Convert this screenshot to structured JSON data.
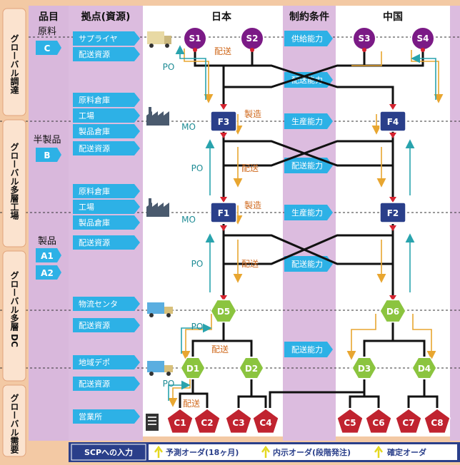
{
  "headers": {
    "item": "品目",
    "base": "拠点(資源)",
    "japan": "日本",
    "constraint": "制約条件",
    "china": "中国"
  },
  "side_labels": [
    "グローバル調達",
    "グローバル多層工場",
    "グローバル多層 DC",
    "グローバル需要"
  ],
  "items": [
    {
      "label": "原料",
      "code": "C"
    },
    {
      "label": "半製品",
      "code": "B"
    },
    {
      "label": "製品",
      "code": "A1"
    },
    {
      "label": "",
      "code": "A2"
    }
  ],
  "bases": [
    "サプライヤ",
    "配送資源",
    "原料倉庫",
    "工場",
    "製品倉庫",
    "配送資源",
    "原料倉庫",
    "工場",
    "製品倉庫",
    "配送資源",
    "物流センタ",
    "配送資源",
    "地域デポ",
    "配送資源",
    "営業所"
  ],
  "constraints": [
    "供給能力",
    "配送能力",
    "生産能力",
    "配送能力",
    "生産能力",
    "配送能力",
    "配送能力"
  ],
  "nodes": {
    "suppliers": [
      "S1",
      "S2",
      "S3",
      "S4"
    ],
    "factories": [
      "F3",
      "F4",
      "F1",
      "F2"
    ],
    "dc": [
      "D5",
      "D6"
    ],
    "depots": [
      "D1",
      "D2",
      "D3",
      "D4"
    ],
    "customers": [
      "C1",
      "C2",
      "C3",
      "C4",
      "C5",
      "C6",
      "C7",
      "C8"
    ]
  },
  "flow_labels": {
    "po": "PO",
    "mo": "MO",
    "delivery": "配送",
    "manufacture": "製造"
  },
  "bottom_bar": {
    "label": "SCPへの入力",
    "input1": "予測オーダ(18ヶ月)",
    "input2": "内示オーダ(段階発注)",
    "input3": "確定オーダ"
  },
  "colors": {
    "supplier": "#7b1a86",
    "factory": "#2a3f8a",
    "dc": "#8bc43f",
    "customer": "#c0232f",
    "base_box": "#2db1e6",
    "order_arrow": "#e8b33b",
    "po_arrow": "#2aa7b0"
  }
}
